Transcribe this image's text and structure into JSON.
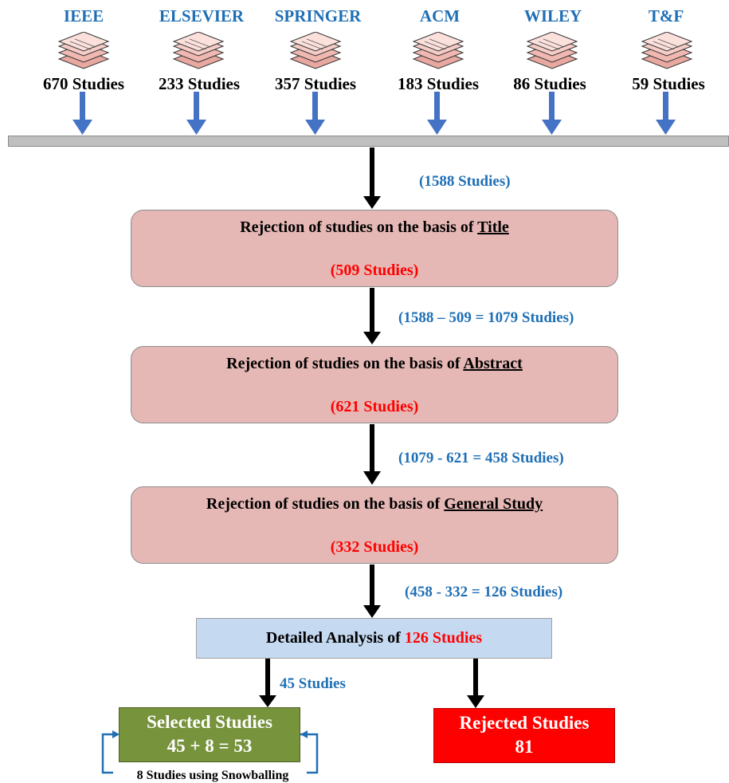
{
  "publishers": [
    {
      "name": "IEEE",
      "count": "670 Studies"
    },
    {
      "name": "ELSEVIER",
      "count": "233 Studies"
    },
    {
      "name": "SPRINGER",
      "count": "357 Studies"
    },
    {
      "name": "ACM",
      "count": "183 Studies"
    },
    {
      "name": "WILEY",
      "count": "86 Studies"
    },
    {
      "name": "T&F",
      "count": "59 Studies"
    }
  ],
  "flow_labels": {
    "total": "(1588 Studies)",
    "after_title": "(1588 – 509 = 1079 Studies)",
    "after_abstract": "(1079 - 621 = 458 Studies)",
    "after_general": "(458 - 332 = 126 Studies)",
    "to_selected": "45 Studies"
  },
  "stages": [
    {
      "prefix": "Rejection of studies on the basis of ",
      "criterion": "Title",
      "count": "(509 Studies)"
    },
    {
      "prefix": "Rejection of studies on the basis of ",
      "criterion": "Abstract",
      "count": "(621 Studies)"
    },
    {
      "prefix": "Rejection of studies on the basis of ",
      "criterion": "General Study",
      "count": "(332 Studies)"
    }
  ],
  "detail": {
    "prefix": "Detailed Analysis of ",
    "count": "126 Studies"
  },
  "selected": {
    "title": "Selected Studies",
    "formula": "45 + 8 = 53"
  },
  "rejected": {
    "title": "Rejected Studies",
    "count": "81"
  },
  "snowballing": "8 Studies using Snowballing",
  "colors": {
    "publisher_blue": "#1f6fb5",
    "arrow_blue": "#4472c4",
    "stage_fill": "#e6b8b5",
    "detail_fill": "#c5d9f1",
    "selected_fill": "#77933c",
    "rejected_fill": "#ff0000",
    "reject_count_red": "#ff0000"
  },
  "icons": [
    "stacked-papers-icon"
  ]
}
